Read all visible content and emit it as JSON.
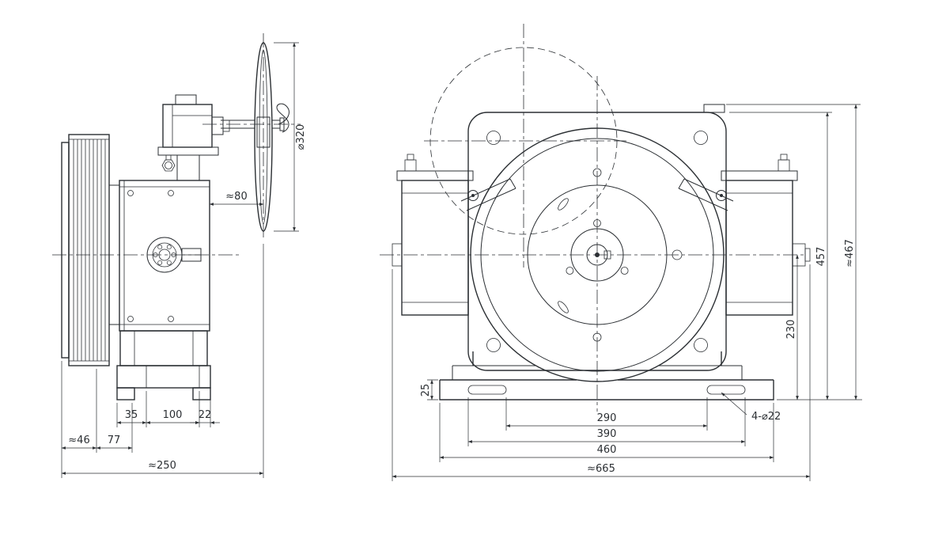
{
  "colors": {
    "line": "#2b2f33",
    "background": "#ffffff"
  },
  "left_view": {
    "dims": {
      "handwheel_diameter": "⌀320",
      "hub_to_handwheel": "≈80",
      "foot_35": "35",
      "foot_100": "100",
      "foot_22": "22",
      "sheave_46": "≈46",
      "sheave_77": "77",
      "overall_250": "≈250"
    }
  },
  "right_view": {
    "dims": {
      "height_457": "457",
      "overall_height_467": "≈467",
      "axis_height_230": "230",
      "foot_thickness_25": "25",
      "span_290": "290",
      "span_390": "390",
      "span_460": "460",
      "overall_665": "≈665",
      "holes_callout": "4-⌀22"
    }
  }
}
